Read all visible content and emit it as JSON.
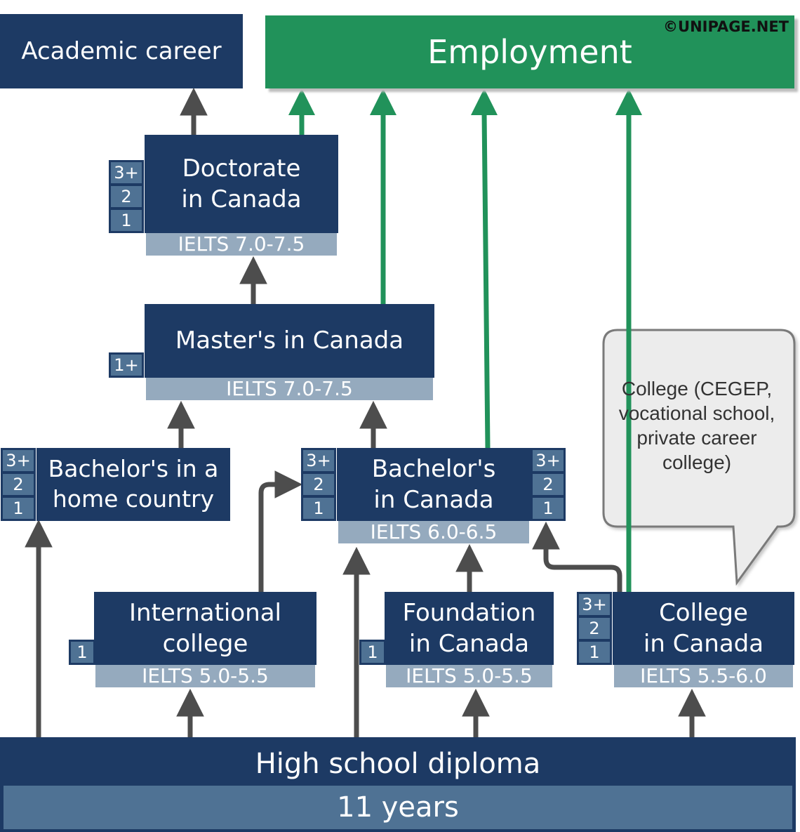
{
  "watermark": "©UNIPAGE.NET",
  "employment": "Employment",
  "academic_career": "Academic career",
  "doctorate": {
    "line1": "Doctorate",
    "line2": "in Canada",
    "ielts": "IELTS 7.0-7.5",
    "levels": [
      "3+",
      "2",
      "1"
    ]
  },
  "masters": {
    "line1": "Master's in Canada",
    "ielts": "IELTS 7.0-7.5",
    "levels": [
      "1+"
    ]
  },
  "bachelor_home": {
    "line1": "Bachelor's in a",
    "line2": "home country",
    "levels": [
      "3+",
      "2",
      "1"
    ]
  },
  "bachelor_canada": {
    "line1": "Bachelor's",
    "line2": "in Canada",
    "ielts": "IELTS 6.0-6.5",
    "levels_left": [
      "3+",
      "2",
      "1"
    ],
    "levels_right": [
      "3+",
      "2",
      "1"
    ]
  },
  "intl_college": {
    "line1": "International",
    "line2": "college",
    "ielts": "IELTS 5.0-5.5",
    "levels": [
      "1"
    ]
  },
  "foundation": {
    "line1": "Foundation",
    "line2": "in Canada",
    "ielts": "IELTS 5.0-5.5",
    "levels": [
      "1"
    ]
  },
  "college": {
    "line1": "College",
    "line2": "in Canada",
    "ielts": "IELTS 5.5-6.0",
    "levels": [
      "3+",
      "2",
      "1"
    ]
  },
  "college_note": {
    "line1": "College (CEGEP,",
    "line2": "vocational school,",
    "line3": "private career",
    "line4": "college)"
  },
  "high_school": {
    "label": "High school diploma",
    "years": "11 years"
  },
  "colors": {
    "navy": "#1d3a64",
    "green": "#21925a",
    "ielts_bar": "#95aabe",
    "level_box": "#4f7294",
    "arrow_gray": "#4d4d4d"
  }
}
